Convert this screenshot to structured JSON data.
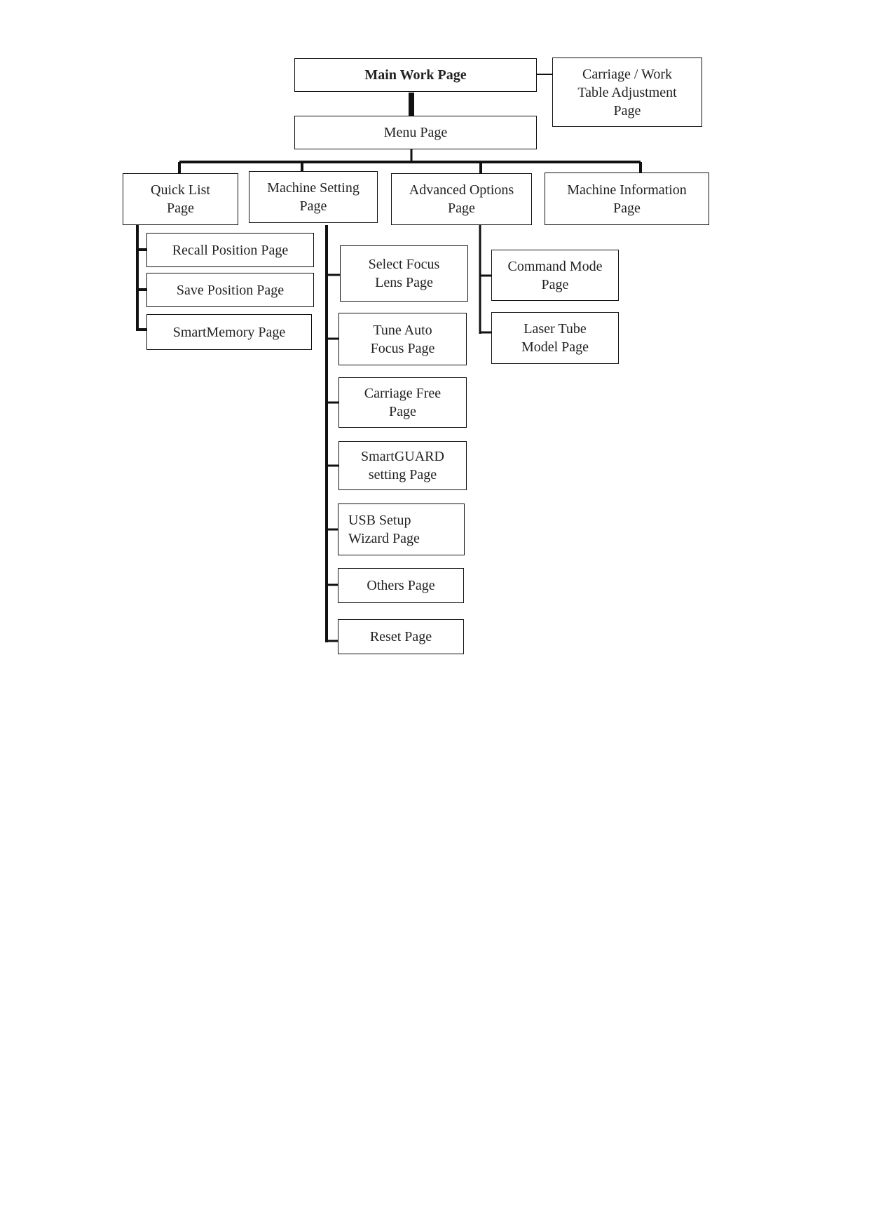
{
  "diagram": {
    "root": {
      "label": "Main Work Page"
    },
    "side": {
      "label": "Carriage / Work\nTable Adjustment\nPage"
    },
    "menu": {
      "label": "Menu Page"
    },
    "quick_list": {
      "label": "Quick List\nPage",
      "children": [
        "Recall Position Page",
        "Save Position Page",
        "SmartMemory Page"
      ]
    },
    "machine_setting": {
      "label": "Machine Setting\nPage",
      "children": [
        "Select Focus\nLens Page",
        "Tune Auto\nFocus Page",
        "Carriage Free\nPage",
        "SmartGUARD\nsetting Page",
        "USB Setup\nWizard Page",
        "Others Page",
        "Reset Page"
      ]
    },
    "advanced_options": {
      "label": "Advanced Options\nPage",
      "children": [
        "Command Mode\nPage",
        "Laser Tube\nModel Page"
      ]
    },
    "machine_information": {
      "label": "Machine Information\nPage"
    }
  }
}
